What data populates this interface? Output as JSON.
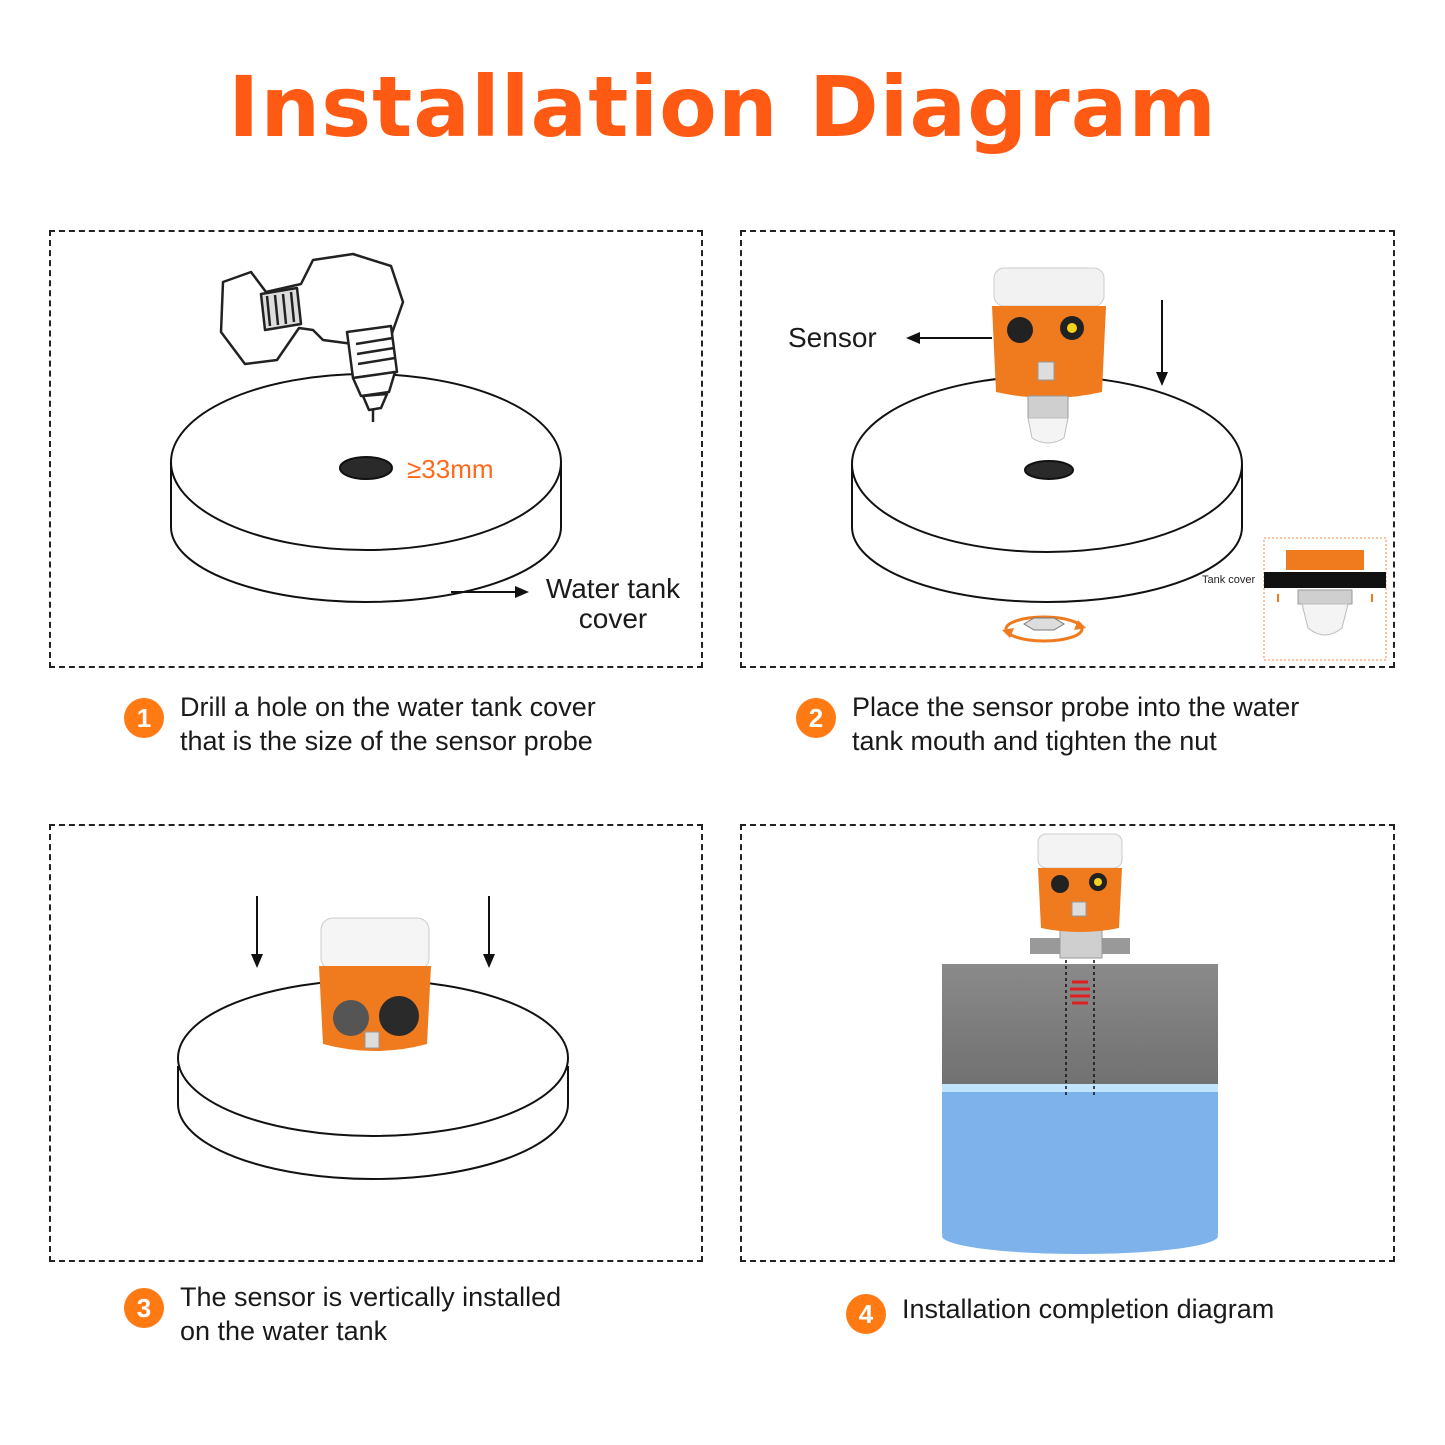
{
  "title": "Installation Diagram",
  "panel1": {
    "hole_label": "≥33mm",
    "cover_label_line1": "Water tank",
    "cover_label_line2": "cover"
  },
  "panel2": {
    "sensor_label": "Sensor",
    "inset_label": "Tank cover"
  },
  "steps": [
    {
      "number": "1",
      "line1": "Drill a hole on the water tank cover",
      "line2": "that is the size of the sensor probe"
    },
    {
      "number": "2",
      "line1": "Place the sensor probe into the water",
      "line2": "tank mouth and tighten the nut"
    },
    {
      "number": "3",
      "line1": "The sensor is vertically installed",
      "line2": "on the water tank"
    },
    {
      "number": "4",
      "line1": "Installation completion diagram"
    }
  ],
  "colors": {
    "accent": "#ff5a14",
    "step_badge": "#ff7a12",
    "sensor_orange": "#f07a1e",
    "water": "#7db2ea",
    "tank_gray": "#7d7d7d"
  }
}
